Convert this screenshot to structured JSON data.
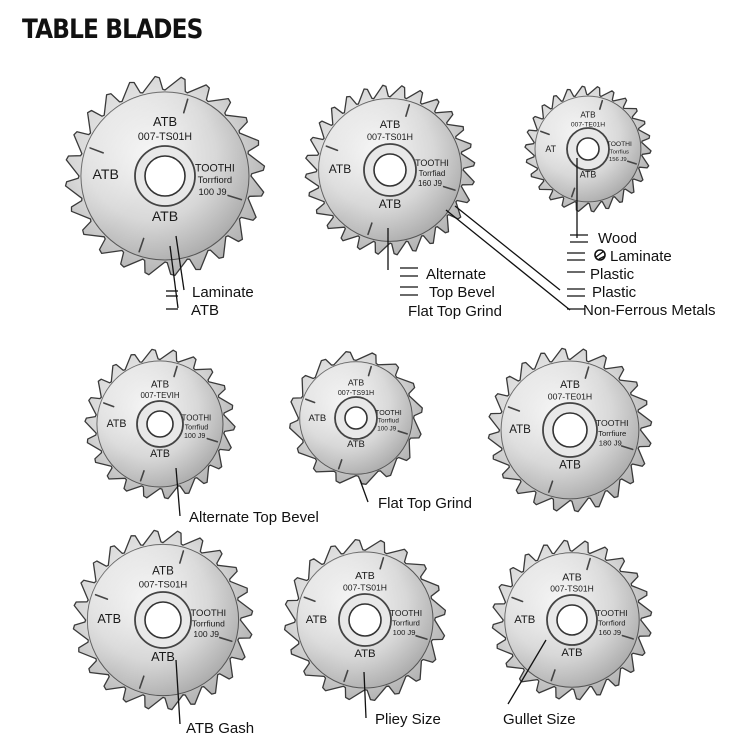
{
  "title": "TABLE BLADES",
  "blades": [
    {
      "teeth": 24,
      "labels": {
        "code_atb": "ATB",
        "code_model": "007-TS01H",
        "left": "ATB",
        "bottom": "ATB",
        "toothl": "TOOTHI",
        "tooth2": "Torrfiord",
        "tooth3": "100 J9"
      }
    },
    {
      "teeth": 28,
      "labels": {
        "code_atb": "ATB",
        "code_model": "007-TS01H",
        "left": "ATB",
        "bottom": "ATB",
        "toothl": "TOOTHI",
        "tooth2": "Torrfiad",
        "tooth3": "160 J9"
      }
    },
    {
      "teeth": 26,
      "labels": {
        "code_atb": "ATB",
        "code_model": "007-TE01H",
        "left": "AT",
        "bottom": "ATB",
        "toothl": "TOOTHI",
        "tooth2": "Torrfius",
        "tooth3": "156 J9"
      }
    },
    {
      "teeth": 22,
      "labels": {
        "code_atb": "ATB",
        "code_model": "007-TEVIH",
        "left": "ATB",
        "bottom": "ATB",
        "toothl": "TOOTHI",
        "tooth2": "Torrfiud",
        "tooth3": "100 J9"
      }
    },
    {
      "teeth": 16,
      "labels": {
        "code_atb": "ATB",
        "code_model": "007-TS91H",
        "left": "ATB",
        "bottom": "ATB",
        "toothl": "TOOTHI",
        "tooth2": "Torrfiud",
        "tooth3": "100 J9"
      }
    },
    {
      "teeth": 24,
      "labels": {
        "code_atb": "ATB",
        "code_model": "007-TE01H",
        "left": "ATB",
        "bottom": "ATB",
        "toothl": "TOOTHI",
        "tooth2": "Torrfiure",
        "tooth3": "180 J9"
      }
    },
    {
      "teeth": 24,
      "labels": {
        "code_atb": "ATB",
        "code_model": "007-TS01H",
        "left": "ATB",
        "bottom": "ATB",
        "toothl": "TOOTHI",
        "tooth2": "Torrfiund",
        "tooth3": "100 J9"
      }
    },
    {
      "teeth": 20,
      "labels": {
        "code_atb": "ATB",
        "code_model": "007-TS01H",
        "left": "ATB",
        "bottom": "ATB",
        "toothl": "TOOTHI",
        "tooth2": "Torrfiurd",
        "tooth3": "100 J9"
      }
    },
    {
      "teeth": 24,
      "labels": {
        "code_atb": "ATB",
        "code_model": "007-TS01H",
        "left": "ATB",
        "bottom": "ATB",
        "toothl": "TOOTHI",
        "tooth2": "Torrfiord",
        "tooth3": "160 J9"
      }
    }
  ],
  "callouts": {
    "laminate_1": "Laminate",
    "atb_1": "ATB",
    "alternate": "Alternate",
    "top_bevel": "Top Bevel",
    "flat_top_grind_1": "Flat Top Grind",
    "wood": "Wood",
    "laminate_2": "Laminate",
    "plastic_1": "Plastic",
    "plastic_2": "Plastic",
    "non_ferrous": "Non-Ferrous Metals",
    "alternate_top_bevel": "Alternate Top Bevel",
    "flat_top_grind_2": "Flat Top Grind",
    "atb_gash": "ATB Gash",
    "pliey_size": "Pliey Size",
    "gullet_size": "Gullet Size"
  }
}
